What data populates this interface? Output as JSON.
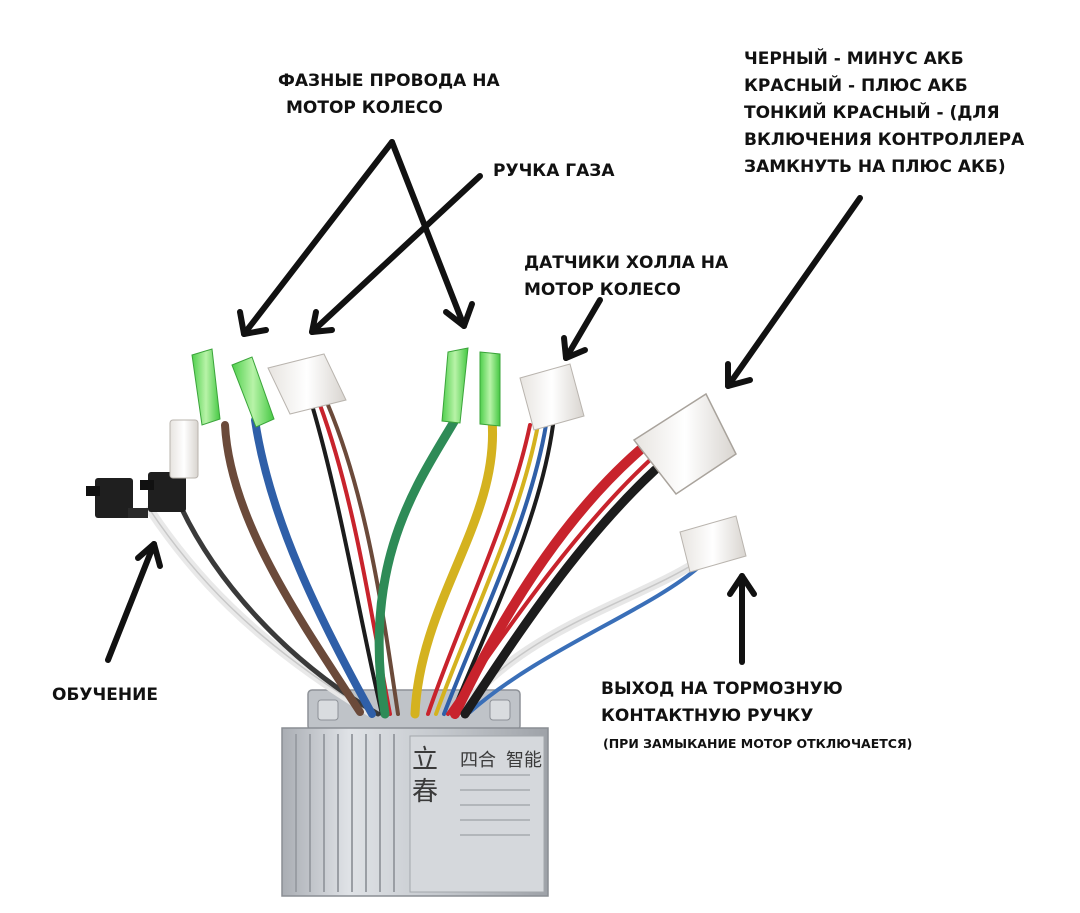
{
  "labels": {
    "phase_wires": [
      "ФАЗНЫЕ ПРОВОДА НА",
      "МОТОР КОЛЕСО"
    ],
    "throttle": [
      "РУЧКА ГАЗА"
    ],
    "hall_sensors": [
      "ДАТЧИКИ ХОЛЛА НА",
      "МОТОР КОЛЕСО"
    ],
    "battery": [
      "ЧЕРНЫЙ - МИНУС АКБ",
      "КРАСНЫЙ - ПЛЮС АКБ",
      "ТОНКИЙ КРАСНЫЙ - (ДЛЯ",
      "ВКЛЮЧЕНИЯ КОНТРОЛЛЕРА",
      "ЗАМКНУТЬ НА  ПЛЮС АКБ)"
    ],
    "learning": [
      "ОБУЧЕНИЕ"
    ],
    "brake_output": [
      "ВЫХОД НА ТОРМОЗНУЮ",
      "КОНТАКТНУЮ РУЧКУ"
    ],
    "brake_note": [
      "(ПРИ ЗАМЫКАНИЕ МОТОР ОТКЛЮЧАЕТСЯ)"
    ]
  },
  "controller_label": [
    "立",
    "春",
    "四合",
    "智能"
  ],
  "colors": {
    "ink": "#111111",
    "wire_green": "#2e8b57",
    "wire_yellow": "#d4b21f",
    "wire_blue": "#2f5fa8",
    "wire_red": "#c8232c",
    "wire_brown": "#6b4a3a",
    "wire_black": "#1c1c1c",
    "wire_white": "#eeeeee",
    "connector_green": "#7fe07a",
    "connector_white": "#f2f0ee",
    "housing": "#c9ccd1"
  }
}
